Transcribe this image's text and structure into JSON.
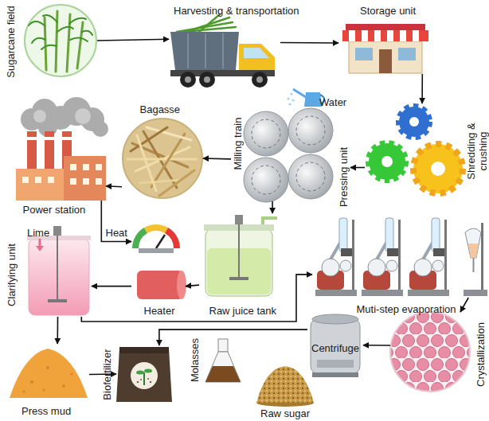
{
  "diagram": {
    "nodes": [
      {
        "text": [
          "Sugarcane field"
        ]
      },
      {
        "text": [
          "Harvesting & transportation"
        ]
      },
      {
        "text": [
          "Storage unit"
        ]
      },
      {
        "text": [
          "Shredding & crushing"
        ]
      },
      {
        "text": [
          "Pressing unit",
          "Milling train"
        ]
      },
      {
        "text": [
          "Bagasse"
        ]
      },
      {
        "text": [
          "Power station"
        ]
      },
      {
        "text": [
          "Raw juice tank"
        ]
      },
      {
        "text": [
          "Heater"
        ]
      },
      {
        "text": [
          "Clarifying unit"
        ]
      },
      {
        "text": [
          "Muti-step evaporation"
        ]
      },
      {
        "text": [
          "Crystallization"
        ]
      },
      {
        "text": [
          "Centrifuge"
        ]
      },
      {
        "text": [
          "Raw sugar"
        ]
      },
      {
        "text": [
          "Molasses"
        ]
      },
      {
        "text": [
          "Biofertilizer"
        ]
      },
      {
        "text": [
          "Press mud"
        ]
      }
    ],
    "edges": [
      {
        "from": 0,
        "to": 1,
        "arrow": "to"
      },
      {
        "from": 1,
        "to": 2,
        "arrow": "to"
      },
      {
        "from": 2,
        "to": 3,
        "arrow": "to"
      },
      {
        "from": 3,
        "to": 4,
        "arrow": "to"
      },
      {
        "from": 4,
        "to": 5,
        "arrow": "to"
      },
      {
        "from": 5,
        "to": 6,
        "arrow": "to"
      },
      {
        "from": 6,
        "to": 8,
        "label": "Heat",
        "arrow": "to"
      },
      {
        "from": 4,
        "to": 7,
        "arrow": "to"
      },
      {
        "from": 7,
        "to": 8,
        "arrow": "to"
      },
      {
        "from": 8,
        "to": 9,
        "arrow": "to"
      },
      {
        "from": 9,
        "to": 16,
        "arrow": "to"
      },
      {
        "from": 9,
        "to": 10,
        "arrow": "to"
      },
      {
        "from": 10,
        "to": 11,
        "arrow": "to"
      },
      {
        "from": 11,
        "to": 12,
        "arrow": "to"
      },
      {
        "from": 12,
        "to": 15,
        "arrow": "to"
      },
      {
        "from": 16,
        "to": 15,
        "arrow": "to"
      }
    ],
    "labels": [
      "Water",
      "Lime"
    ]
  }
}
